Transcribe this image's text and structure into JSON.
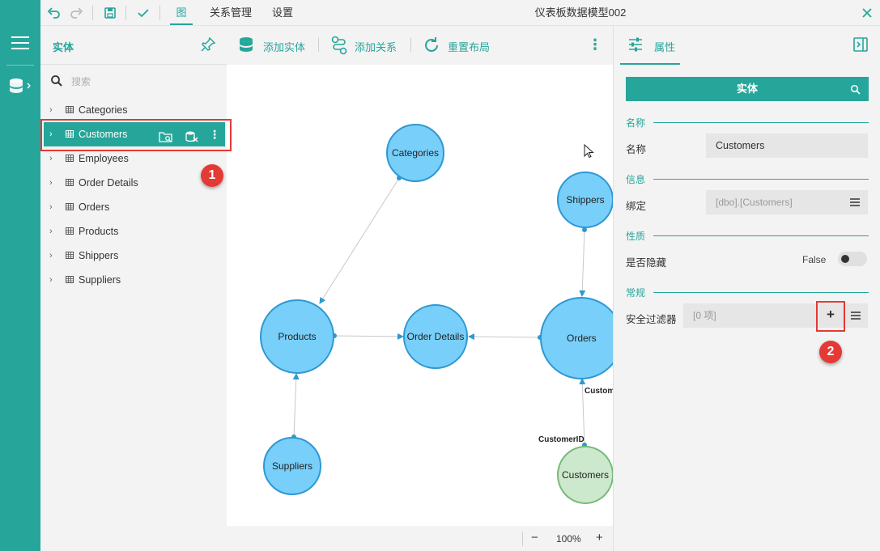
{
  "app": {
    "doc_title": "仪表板数据模型002"
  },
  "top_tabs": [
    {
      "label": "图",
      "active": true
    },
    {
      "label": "关系管理",
      "active": false
    },
    {
      "label": "设置",
      "active": false
    }
  ],
  "entity_panel": {
    "title": "实体",
    "search_placeholder": "搜索",
    "items": [
      {
        "label": "Categories"
      },
      {
        "label": "Customers",
        "selected": true
      },
      {
        "label": "Employees"
      },
      {
        "label": "Order Details"
      },
      {
        "label": "Orders"
      },
      {
        "label": "Products"
      },
      {
        "label": "Shippers"
      },
      {
        "label": "Suppliers"
      }
    ]
  },
  "canvas_toolbar": {
    "add_entity": "添加实体",
    "add_relation": "添加关系",
    "reset_layout": "重置布局"
  },
  "diagram": {
    "nodes": {
      "categories": "Categories",
      "shippers": "Shippers",
      "products": "Products",
      "order_details": "Order Details",
      "orders": "Orders",
      "suppliers": "Suppliers",
      "customers": "Customers"
    },
    "edge_labels": {
      "orders_end": "CustomerID",
      "customers_end": "CustomerID"
    }
  },
  "zoom": {
    "level": "100%",
    "minus": "−",
    "plus": "+"
  },
  "properties": {
    "tab_label": "属性",
    "entity_bar": "实体",
    "sections": {
      "name": "名称",
      "info": "信息",
      "nature": "性质",
      "general": "常规"
    },
    "fields": {
      "name_label": "名称",
      "name_value": "Customers",
      "binding_label": "绑定",
      "binding_value": "[dbo].[Customers]",
      "hidden_label": "是否隐藏",
      "hidden_value": "False",
      "filter_label": "安全过滤器",
      "filter_value": "[0 项]",
      "add_label": "+"
    }
  },
  "annotations": {
    "callout_1": "1",
    "callout_2": "2"
  },
  "colors": {
    "accent": "#26a69a",
    "node_fill": "#78cffa",
    "node_border": "#2e98d2",
    "selected_node_fill": "#cde9cd",
    "annotation_red": "#e53935"
  }
}
